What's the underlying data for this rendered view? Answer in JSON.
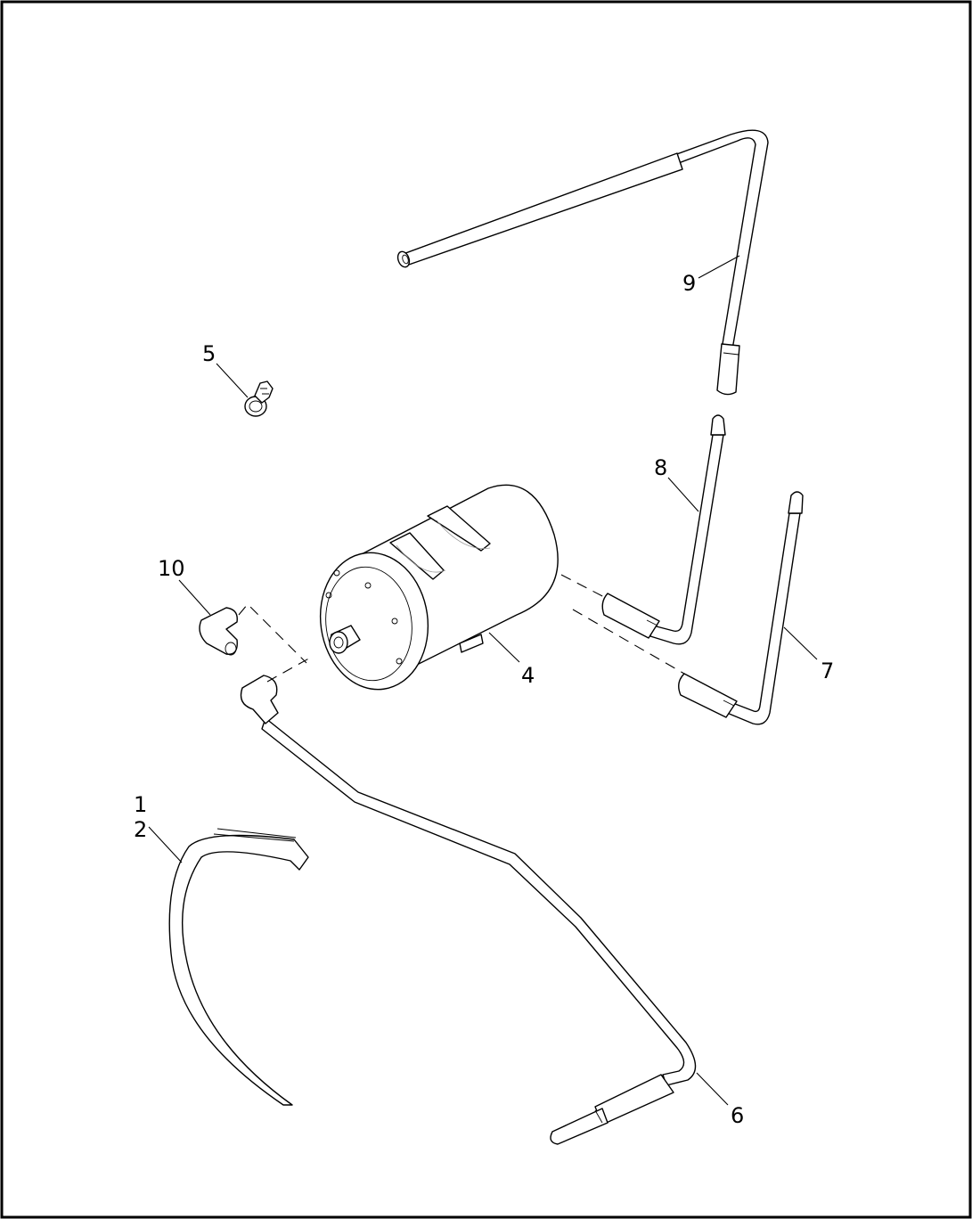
{
  "callouts": {
    "c1": "1",
    "c2": "2",
    "c4": "4",
    "c5": "5",
    "c6": "6",
    "c7": "7",
    "c8": "8",
    "c9": "9",
    "c10": "10"
  },
  "colors": {
    "line": "#000000",
    "background": "#ffffff"
  },
  "icons": [
    "clamp-strap",
    "canister",
    "hose-clip",
    "vent-hose",
    "elbow-fitting"
  ]
}
